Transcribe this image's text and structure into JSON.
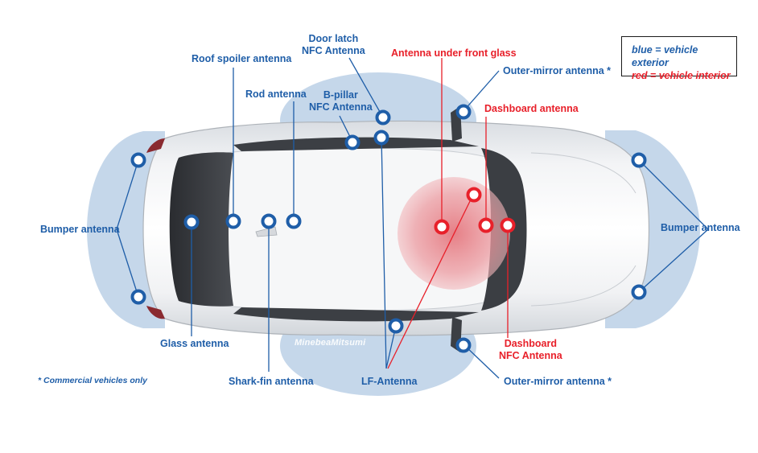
{
  "legend": {
    "blue": "blue = vehicle exterior",
    "red": "red  = vehicle interior"
  },
  "footnote": "* Commercial vehicles only",
  "brand": "MinebeaMitsumi",
  "colors": {
    "exterior": "#1f5ea8",
    "interior": "#e8202a",
    "zone": "#c5d7ea",
    "interior_zone": "#e8878c"
  },
  "labels": {
    "door_latch": [
      "Door latch",
      "NFC Antenna"
    ],
    "roof_spoiler": "Roof spoiler antenna",
    "antenna_under_glass": "Antenna under front glass",
    "outer_mirror_top": "Outer-mirror antenna *",
    "rod": "Rod antenna",
    "b_pillar": [
      "B-pillar",
      "NFC Antenna"
    ],
    "dashboard": "Dashboard antenna",
    "bumper_rear": "Bumper antenna",
    "bumper_front": "Bumper antenna",
    "glass": "Glass antenna",
    "shark_fin": "Shark-fin antenna",
    "lf": "LF-Antenna",
    "dashboard_nfc": [
      "Dashboard",
      "NFC Antenna"
    ],
    "outer_mirror_bottom": "Outer-mirror antenna *"
  },
  "markers": [
    {
      "name": "bumper-rear-top-marker",
      "type": "exterior"
    },
    {
      "name": "bumper-rear-bottom-marker",
      "type": "exterior"
    },
    {
      "name": "glass-marker",
      "type": "exterior"
    },
    {
      "name": "roof-spoiler-marker",
      "type": "exterior"
    },
    {
      "name": "shark-fin-marker",
      "type": "exterior"
    },
    {
      "name": "rod-marker",
      "type": "exterior"
    },
    {
      "name": "b-pillar-marker",
      "type": "exterior"
    },
    {
      "name": "door-latch-marker",
      "type": "exterior"
    },
    {
      "name": "lf-top-marker",
      "type": "exterior"
    },
    {
      "name": "lf-bottom-marker",
      "type": "exterior"
    },
    {
      "name": "outer-mirror-top-marker",
      "type": "exterior"
    },
    {
      "name": "outer-mirror-bottom-marker",
      "type": "exterior"
    },
    {
      "name": "bumper-front-top-marker",
      "type": "exterior"
    },
    {
      "name": "bumper-front-bottom-marker",
      "type": "exterior"
    },
    {
      "name": "dashboard-marker",
      "type": "interior"
    },
    {
      "name": "under-glass-marker",
      "type": "interior"
    },
    {
      "name": "lf-interior-marker",
      "type": "interior"
    },
    {
      "name": "dashboard-nfc-marker",
      "type": "interior"
    }
  ]
}
